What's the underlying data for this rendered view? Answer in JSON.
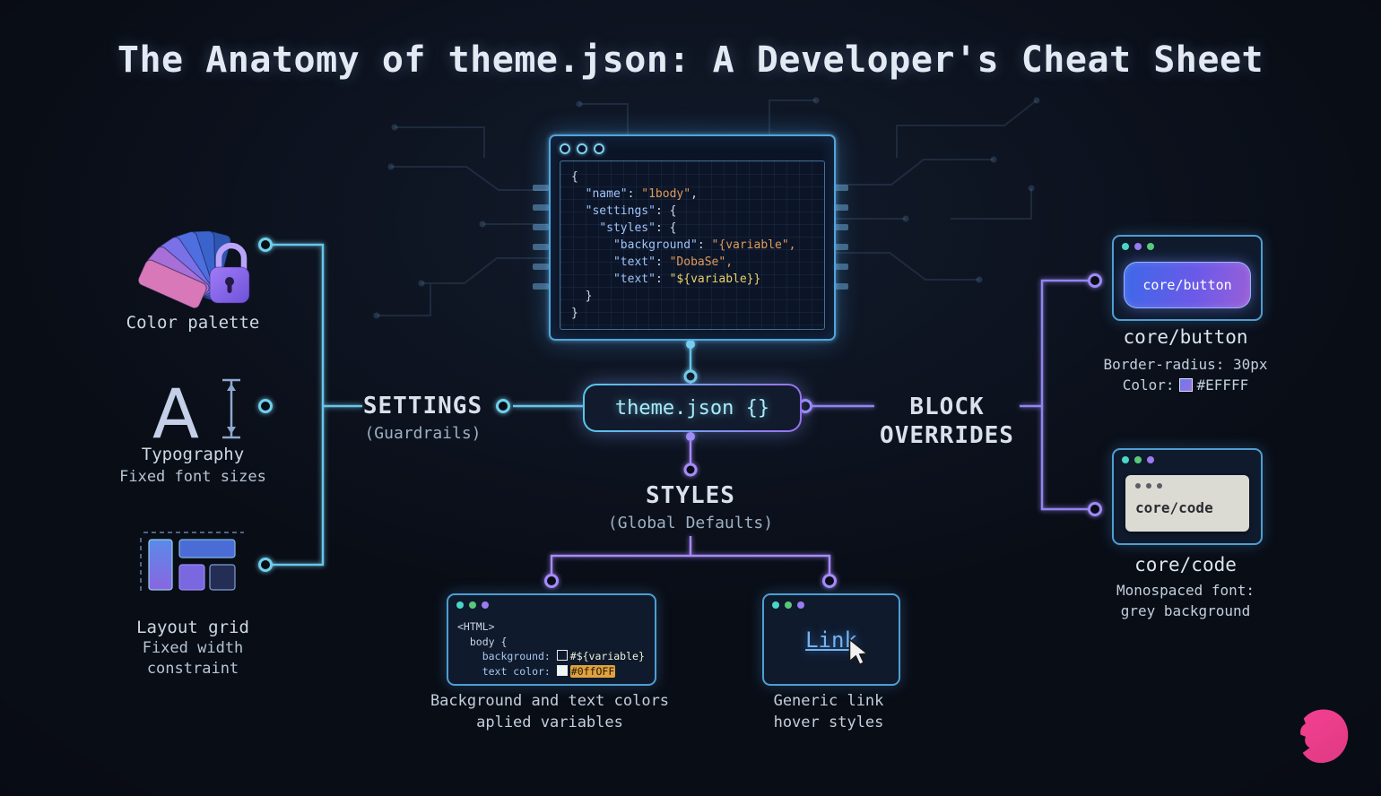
{
  "title": "The Anatomy of theme.json: A Developer's Cheat Sheet",
  "colors": {
    "background": "#090d16",
    "accent_cyan": "#66c6ea",
    "accent_purple": "#a78bfa",
    "window_border_blue": "#4fa6dc",
    "code_key": "#9fc3f7",
    "code_string": "#e09a5a",
    "code_variable_yellow": "#e8d06a",
    "button_gradient_start": "#3d68e8",
    "button_gradient_end": "#9a5fd8",
    "grey_box": "#dbdbd4",
    "logo_pink": "#f23f8f"
  },
  "icons": {
    "window_controls": "window-control-dots",
    "palette": "color-palette-icon",
    "lock": "lock-icon",
    "typography": "letter-a-with-ruler-icon",
    "layout": "layout-grid-icon",
    "cursor": "cursor-pointer-icon",
    "logo": "head-silhouette-logo"
  },
  "center_window": {
    "code_lines": [
      [
        {
          "t": "{",
          "c": "plain"
        }
      ],
      [
        {
          "t": "  ",
          "c": "plain"
        },
        {
          "t": "\"name\"",
          "c": "key"
        },
        {
          "t": ": ",
          "c": "plain"
        },
        {
          "t": "\"1body\"",
          "c": "string"
        },
        {
          "t": ",",
          "c": "plain"
        }
      ],
      [
        {
          "t": "  ",
          "c": "plain"
        },
        {
          "t": "\"settings\"",
          "c": "key"
        },
        {
          "t": ": {",
          "c": "plain"
        }
      ],
      [
        {
          "t": "    ",
          "c": "plain"
        },
        {
          "t": "\"styles\"",
          "c": "key"
        },
        {
          "t": ": {",
          "c": "plain"
        }
      ],
      [
        {
          "t": "      ",
          "c": "plain"
        },
        {
          "t": "\"background\"",
          "c": "key"
        },
        {
          "t": ": ",
          "c": "plain"
        },
        {
          "t": "\"{variable\",",
          "c": "string"
        }
      ],
      [
        {
          "t": "      ",
          "c": "plain"
        },
        {
          "t": "\"text\"",
          "c": "key"
        },
        {
          "t": ": ",
          "c": "plain"
        },
        {
          "t": "\"DobaSe\",",
          "c": "string"
        }
      ],
      [
        {
          "t": "      ",
          "c": "plain"
        },
        {
          "t": "\"text\"",
          "c": "key"
        },
        {
          "t": ": ",
          "c": "plain"
        },
        {
          "t": "\"${variable}}",
          "c": "yellow"
        }
      ],
      [
        {
          "t": "  }",
          "c": "plain"
        }
      ],
      [
        {
          "t": "}",
          "c": "plain"
        }
      ]
    ]
  },
  "center_node": {
    "label": "theme.json {}"
  },
  "branch_labels": {
    "settings_title": "SETTINGS",
    "settings_subtitle": "(Guardrails)",
    "styles_title": "STYLES",
    "styles_subtitle": "(Global Defaults)",
    "block_line1": "BLOCK",
    "block_line2": "OVERRIDES"
  },
  "left_column": {
    "palette_caption": "Color palette",
    "typography_letter": "A",
    "typography_title": "Typography",
    "typography_subtitle": "Fixed font sizes",
    "layout_title": "Layout grid",
    "layout_subtitle1": "Fixed width",
    "layout_subtitle2": "constraint"
  },
  "right_column": {
    "button_label": "core/button",
    "button_name": "core/button",
    "button_detail": "Border-radius: 30px",
    "button_color_label": "Color:",
    "button_color_value": "#EFFFF",
    "code_box_label": "core/code",
    "code_name": "core/code",
    "code_detail1": "Monospaced font:",
    "code_detail2": "grey background"
  },
  "bottom_row": {
    "colors_code_lines": [
      [
        {
          "t": "<HTML>",
          "c": "tag"
        }
      ],
      [
        {
          "t": "  body {",
          "c": "plain2"
        }
      ],
      [
        {
          "t": "    background: ",
          "c": "label"
        },
        {
          "t": "",
          "c": "swatch-empty"
        },
        {
          "t": "#${variable}",
          "c": "value"
        }
      ],
      [
        {
          "t": "    text color: ",
          "c": "label"
        },
        {
          "t": "",
          "c": "swatch-filled"
        },
        {
          "t": "#0ffOFF",
          "c": "value-hl"
        }
      ]
    ],
    "colors_caption1": "Background and text colors",
    "colors_caption2": "aplied variables",
    "link_text": "Link",
    "link_caption1": "Generic link",
    "link_caption2": "hover styles"
  }
}
